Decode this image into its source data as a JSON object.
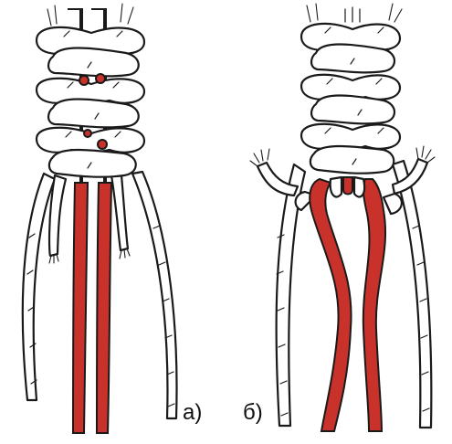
{
  "figure": {
    "panels": [
      {
        "id": "a",
        "label": "а)"
      },
      {
        "id": "b",
        "label": "б)"
      }
    ]
  },
  "colors": {
    "core_cord": "#c8322b",
    "outline": "#1a1a1a",
    "cord_fill": "#ffffff"
  }
}
